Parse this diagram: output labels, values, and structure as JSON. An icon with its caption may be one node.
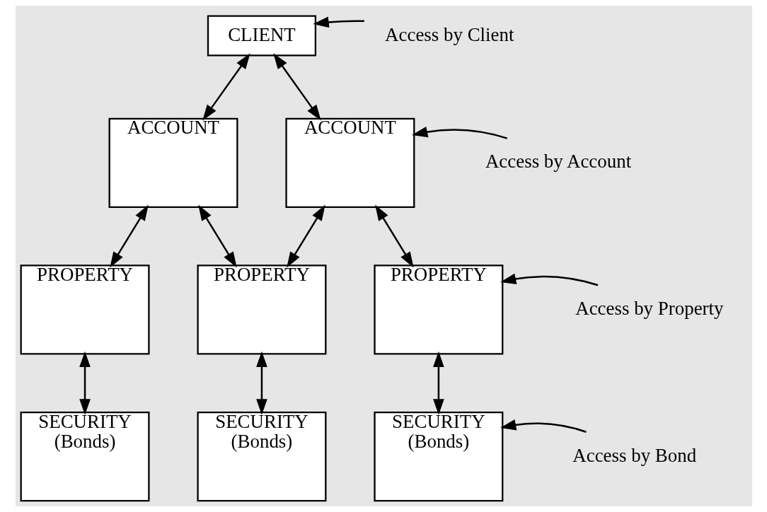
{
  "diagram": {
    "nodes": [
      {
        "text": [
          "CLIENT"
        ]
      },
      {
        "text": [
          "ACCOUNT"
        ]
      },
      {
        "text": [
          "ACCOUNT"
        ]
      },
      {
        "text": [
          "PROPERTY"
        ]
      },
      {
        "text": [
          "PROPERTY"
        ]
      },
      {
        "text": [
          "PROPERTY"
        ]
      },
      {
        "text": [
          "SECURITY",
          "(Bonds)"
        ]
      },
      {
        "text": [
          "SECURITY",
          "(Bonds)"
        ]
      },
      {
        "text": [
          "SECURITY",
          "(Bonds)"
        ]
      },
      {
        "text": [
          "Access by Client"
        ]
      },
      {
        "text": [
          "Access by Account"
        ]
      },
      {
        "text": [
          "Access by Property"
        ]
      },
      {
        "text": [
          "Access by Bond"
        ]
      }
    ],
    "edges": [
      {
        "from": 0,
        "to": 1,
        "arrow": "both"
      },
      {
        "from": 0,
        "to": 2,
        "arrow": "both"
      },
      {
        "from": 1,
        "to": 3,
        "arrow": "both"
      },
      {
        "from": 1,
        "to": 4,
        "arrow": "both"
      },
      {
        "from": 2,
        "to": 4,
        "arrow": "both"
      },
      {
        "from": 2,
        "to": 5,
        "arrow": "both"
      },
      {
        "from": 3,
        "to": 6,
        "arrow": "both"
      },
      {
        "from": 4,
        "to": 7,
        "arrow": "both"
      },
      {
        "from": 5,
        "to": 8,
        "arrow": "both"
      },
      {
        "from": 9,
        "to": 0,
        "arrow": "to"
      },
      {
        "from": 10,
        "to": 2,
        "arrow": "to"
      },
      {
        "from": 11,
        "to": 5,
        "arrow": "to"
      },
      {
        "from": 12,
        "to": 8,
        "arrow": "to"
      }
    ]
  }
}
